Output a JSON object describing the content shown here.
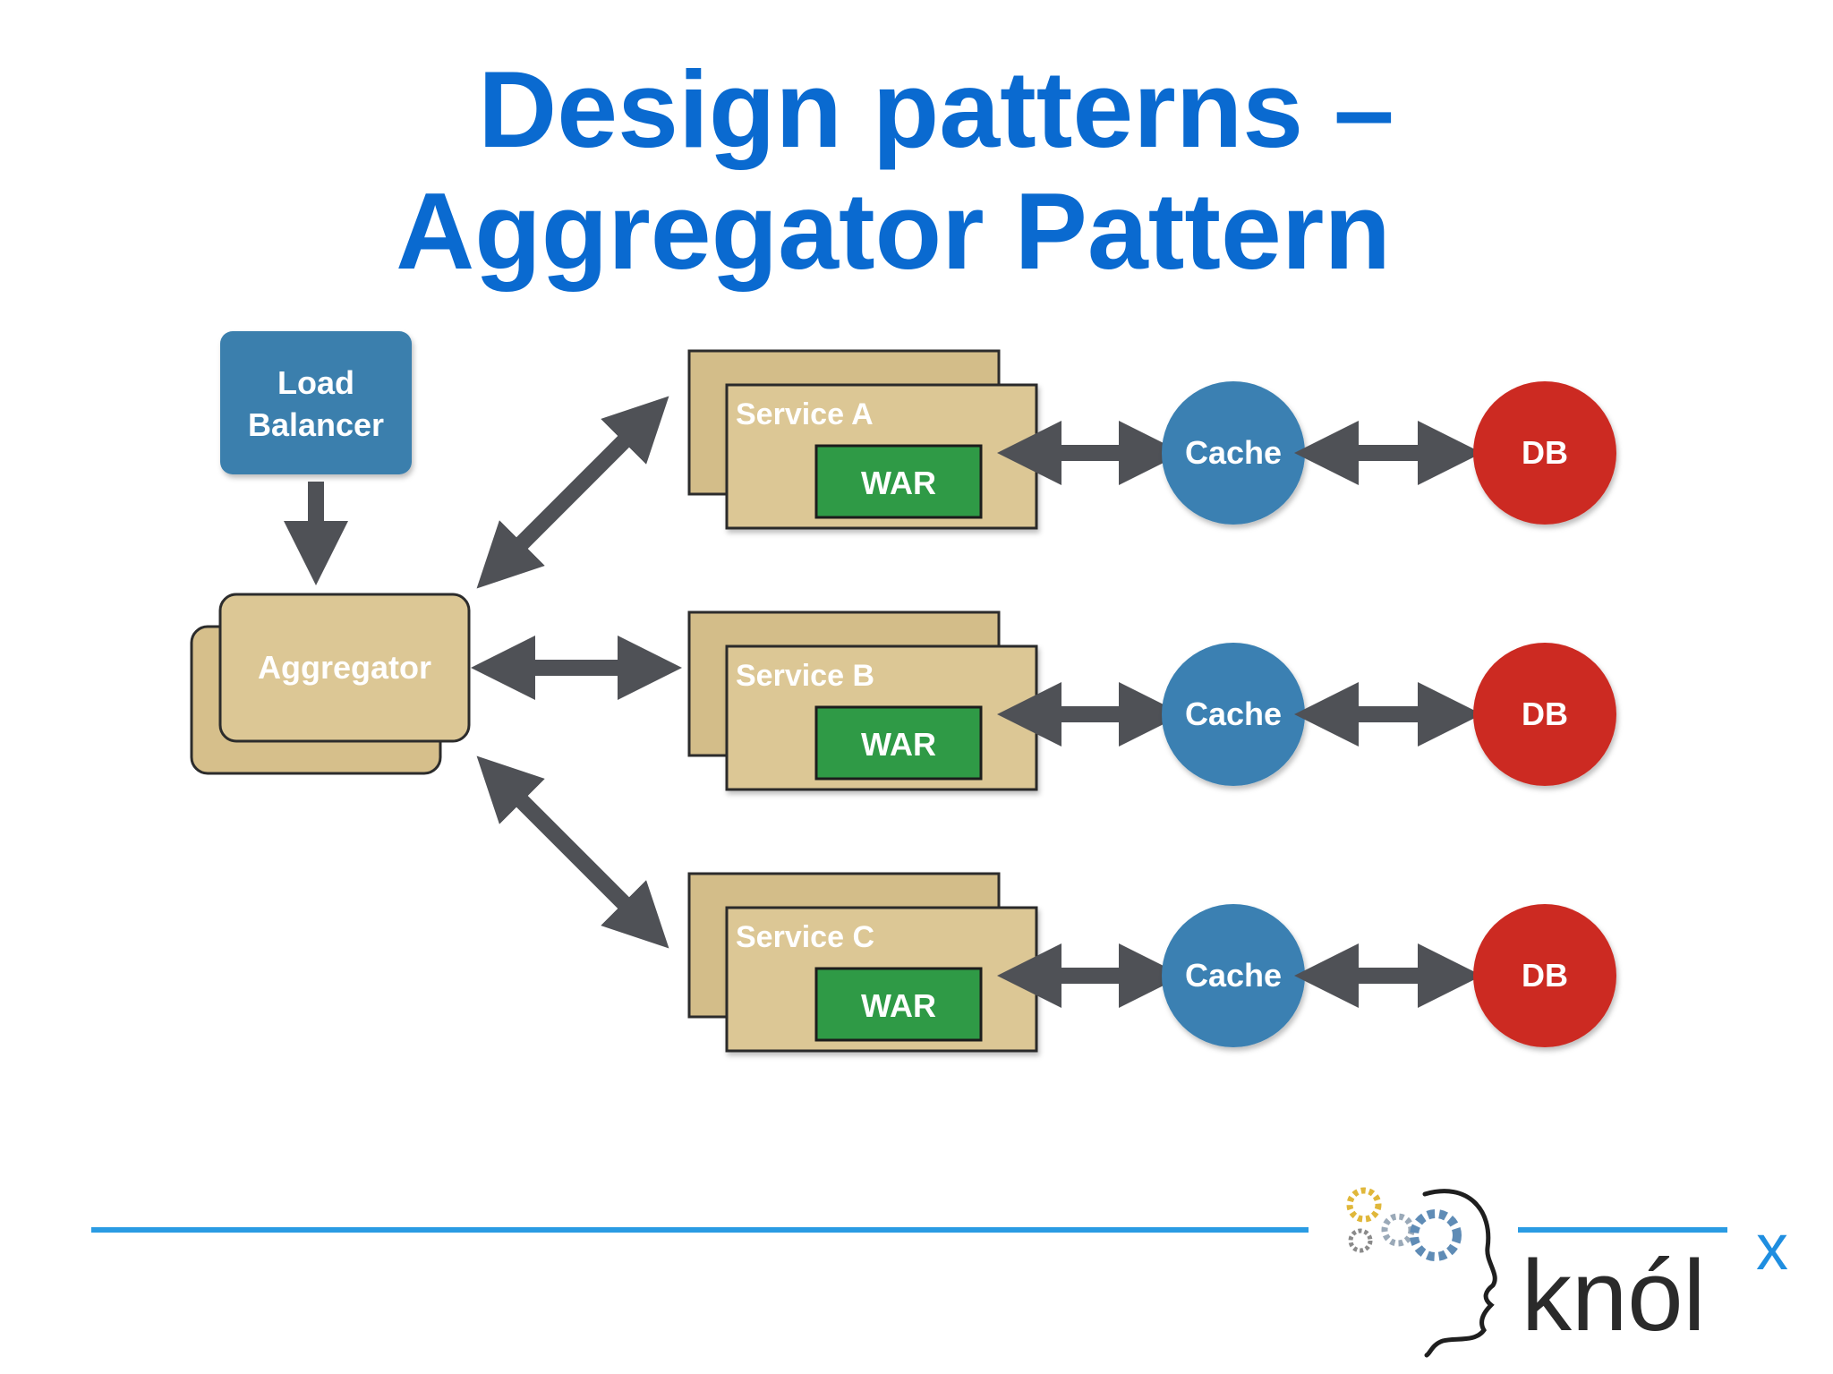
{
  "title": {
    "line1": "Design patterns –",
    "line2": "Aggregator Pattern"
  },
  "diagram": {
    "load_balancer": {
      "line1": "Load",
      "line2": "Balancer"
    },
    "aggregator": "Aggregator",
    "services": [
      {
        "label": "Service A",
        "artifact": "WAR",
        "cache": "Cache",
        "db": "DB"
      },
      {
        "label": "Service B",
        "artifact": "WAR",
        "cache": "Cache",
        "db": "DB"
      },
      {
        "label": "Service C",
        "artifact": "WAR",
        "cache": "Cache",
        "db": "DB"
      }
    ]
  },
  "logo": {
    "text": "knól",
    "superscript": "x"
  },
  "colors": {
    "title": "#0a6ad0",
    "load_balancer": "#3a7fad",
    "service_box": "#dcc795",
    "war": "#2f9a46",
    "cache": "#3a80b2",
    "db": "#cc2c22",
    "arrow": "#4f5156",
    "rule": "#2a9be3"
  }
}
